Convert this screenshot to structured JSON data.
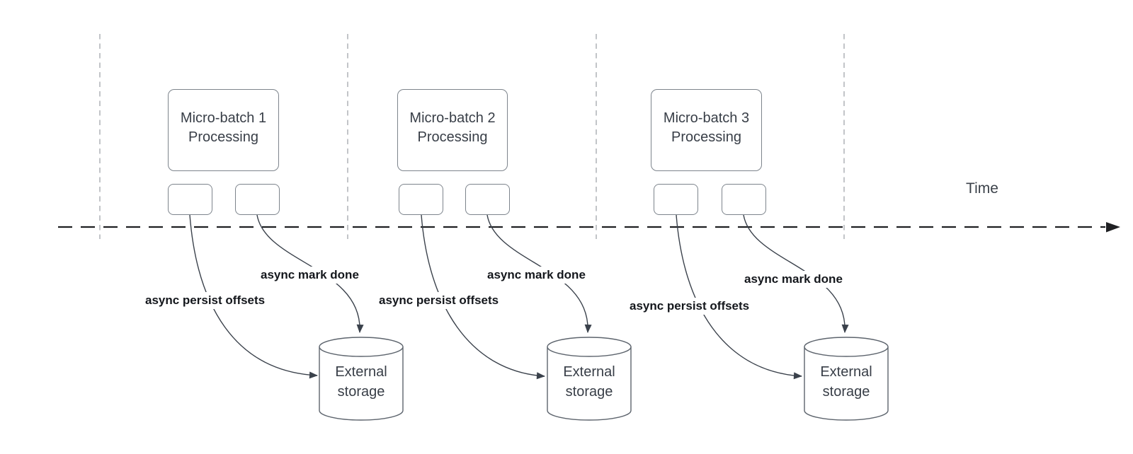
{
  "timeline": {
    "label": "Time"
  },
  "groups": [
    {
      "title": "Micro-batch 1\nProcessing",
      "persist_label": "async persist offsets",
      "mark_done_label": "async mark done",
      "storage_label": "External\nstorage"
    },
    {
      "title": "Micro-batch 2\nProcessing",
      "persist_label": "async persist offsets",
      "mark_done_label": "async mark done",
      "storage_label": "External\nstorage"
    },
    {
      "title": "Micro-batch 3\nProcessing",
      "persist_label": "async persist offsets",
      "mark_done_label": "async mark done",
      "storage_label": "External\nstorage"
    }
  ],
  "colors": {
    "background": "#ffffff",
    "shape_border": "#7d848c",
    "cylinder_border": "#5d646d",
    "arrow_stroke": "#3a414b",
    "time_axis": "#1f2023",
    "interval_divider": "#a9acb1",
    "shape_text": "#383e47",
    "label_text": "#14171c"
  }
}
